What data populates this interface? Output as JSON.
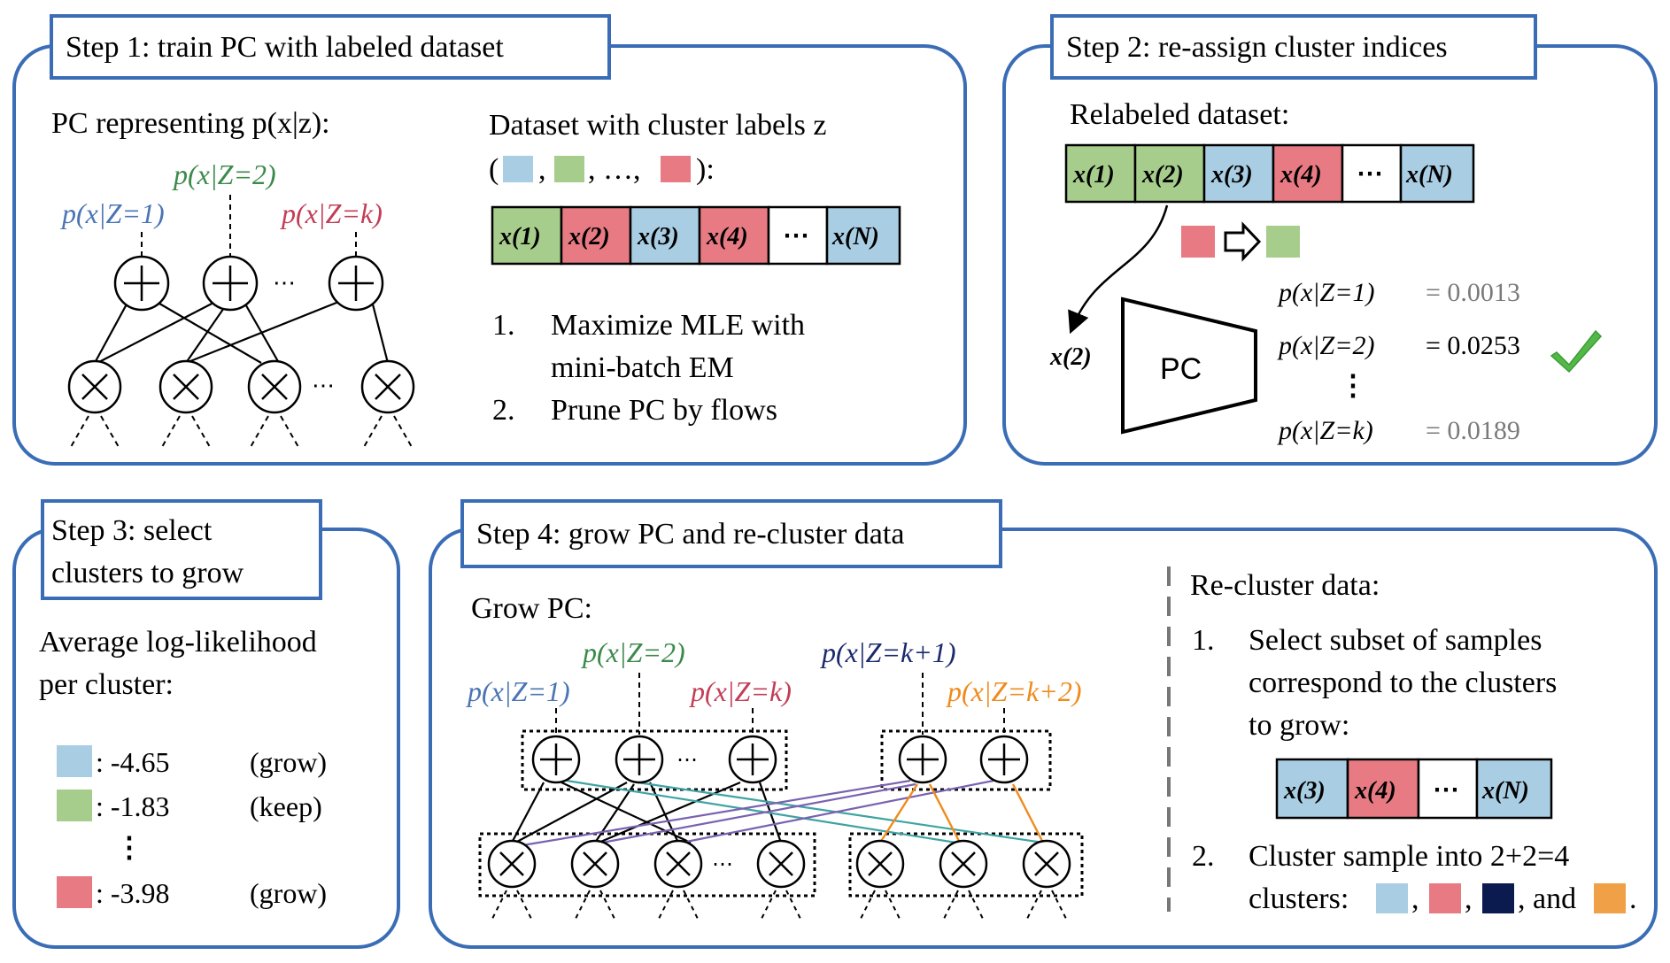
{
  "colors": {
    "panel_border": "#3a6db5",
    "blue_cluster": "#a9cde3",
    "green_cluster": "#a7cd8c",
    "red_cluster": "#e77a82",
    "navy_cluster": "#0b1a4f",
    "orange_cluster": "#f0a046",
    "blue_text": "#4a74b4",
    "green_text": "#3b8a4a",
    "red_text": "#c23d56",
    "navy_text": "#1a2a6c",
    "orange_text": "#ef8b1d",
    "gray_text": "#7a7a7a",
    "teal_edge": "#3fa3a3",
    "purple_edge": "#7a62b0",
    "check_green": "#52b947"
  },
  "step1": {
    "title": "Step 1: train PC with labeled dataset",
    "pc_heading": "PC representing p(x|z):",
    "label_z1": "p(x|Z=1)",
    "label_z2": "p(x|Z=2)",
    "label_zk": "p(x|Z=k)",
    "dataset_heading_line1": "Dataset with cluster labels z",
    "dataset_heading_line2_open": "(",
    "dataset_heading_line2_mid": ", …,",
    "dataset_heading_line2_close": "):",
    "dataset_cells": [
      "x(1)",
      "x(2)",
      "x(3)",
      "x(4)",
      "⋯",
      "x(N)"
    ],
    "step_items": [
      {
        "num": "1.",
        "lines": [
          "Maximize MLE with",
          "mini-batch EM"
        ]
      },
      {
        "num": "2.",
        "lines": [
          "Prune PC by flows"
        ]
      }
    ]
  },
  "step2": {
    "title": "Step 2: re-assign cluster indices",
    "relabeled_heading": "Relabeled dataset:",
    "dataset_cells": [
      "x(1)",
      "x(2)",
      "x(3)",
      "x(4)",
      "⋯",
      "x(N)"
    ],
    "sample_label": "x(2)",
    "pc_label": "PC",
    "likelihoods": [
      {
        "expr": "p(x|Z=1)",
        "value": "= 0.0013"
      },
      {
        "expr": "p(x|Z=2)",
        "value": "= 0.0253"
      },
      {
        "expr": "p(x|Z=k)",
        "value": "= 0.0189"
      }
    ],
    "vdots": "⋮"
  },
  "step3": {
    "title_line1": "Step 3: select",
    "title_line2": "clusters to grow",
    "heading_line1": "Average log-likelihood",
    "heading_line2": "per cluster:",
    "rows": [
      {
        "value": ": -4.65",
        "action": "(grow)"
      },
      {
        "value": ": -1.83",
        "action": "(keep)"
      },
      {
        "value": ": -3.98",
        "action": "(grow)"
      }
    ],
    "vdots": "⋮"
  },
  "step4": {
    "title": "Step 4: grow PC and re-cluster data",
    "grow_heading": "Grow PC:",
    "label_z1": "p(x|Z=1)",
    "label_z2": "p(x|Z=2)",
    "label_zk": "p(x|Z=k)",
    "label_zk1": "p(x|Z=k+1)",
    "label_zk2": "p(x|Z=k+2)",
    "recluster_heading": "Re-cluster data:",
    "item1_num": "1.",
    "item1_lines": [
      "Select subset of samples",
      "correspond to the clusters",
      "to grow:"
    ],
    "subset_cells": [
      "x(3)",
      "x(4)",
      "⋯",
      "x(N)"
    ],
    "item2_num": "2.",
    "item2_line1": "Cluster sample into 2+2=4",
    "item2_line2_prefix": "clusters:",
    "item2_sep1": ",",
    "item2_sep2": ",",
    "item2_sep3": ", and",
    "item2_end": "."
  },
  "ellipsis": "⋯"
}
